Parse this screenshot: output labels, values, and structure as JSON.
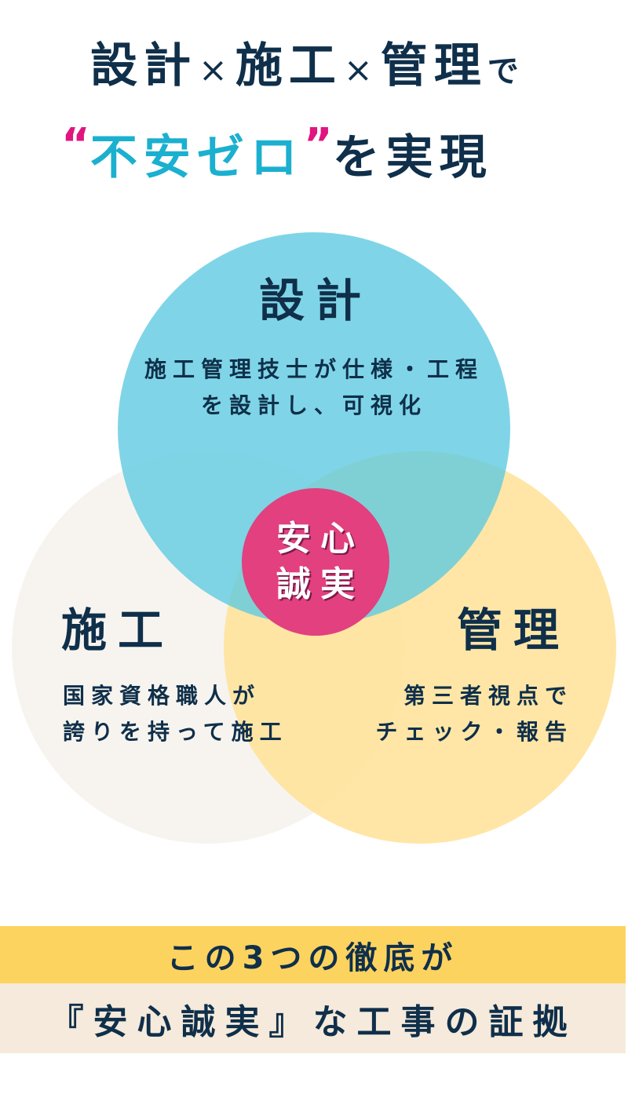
{
  "headline": {
    "line1": {
      "part1": "設計",
      "sep1": "×",
      "part2": "施工",
      "sep2": "×",
      "part3": "管理",
      "suffix": "で"
    },
    "line2": {
      "open_quote": "“",
      "highlight": "不安ゼロ",
      "close_quote": "”",
      "suffix": "を実現"
    }
  },
  "diagram": {
    "design": {
      "title": "設計",
      "desc_line1": "施工管理技士が仕様・工程",
      "desc_line2": "を設計し、可視化",
      "color": "#5fcbe1"
    },
    "construction": {
      "title": "施工",
      "desc_line1": "国家資格職人が",
      "desc_line2": "誇りを持って施工",
      "color": "#f7f3ee"
    },
    "management": {
      "title": "管理",
      "desc_line1": "第三者視点で",
      "desc_line2": "チェック・報告",
      "color": "#ffe296"
    },
    "center": {
      "line1": "安心",
      "line2": "誠実",
      "color": "#e2407f"
    }
  },
  "footer": {
    "line1": "この3つの徹底が",
    "line2": "『安心誠実』な工事の証拠",
    "band1_color": "#fdd35f",
    "band2_color": "#f5eadb"
  },
  "colors": {
    "text": "#0f2f4a",
    "accent_pink": "#e0157f",
    "accent_cyan": "#1bb0cf"
  }
}
